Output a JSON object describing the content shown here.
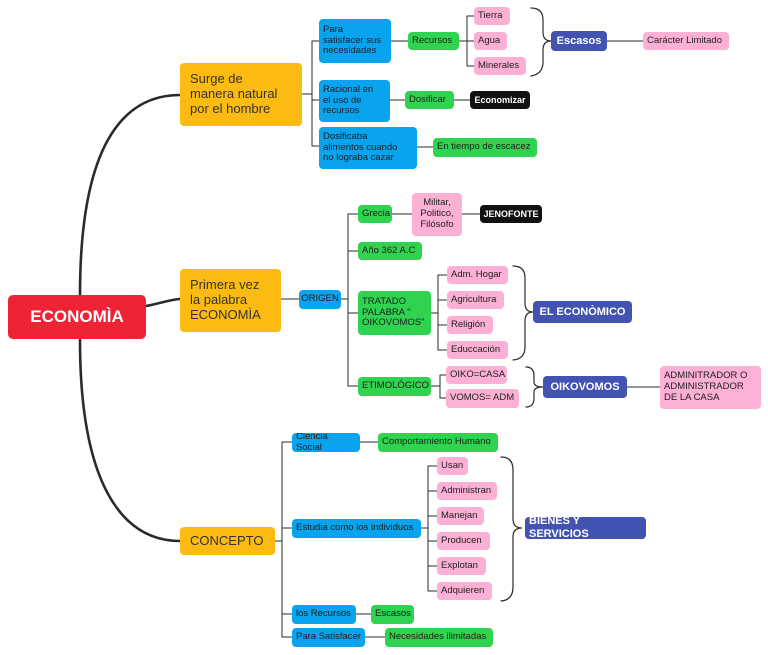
{
  "root": {
    "label": "ECONOMÌA"
  },
  "branch1": {
    "label": "Surge de\nmanera natural\npor el hombre",
    "satisfacer": "Para\nsatisfacer sus\nnecesidades",
    "recursos": "Recursos",
    "tierra": "Tierra",
    "agua": "Agua",
    "minerales": "Minerales",
    "escasos": "Escasos",
    "caracter": "Carácter Limitado",
    "racional": "Racional en\nel uso de\nrecursos",
    "dosificar": "Dosificar",
    "economizar": "Economizar",
    "dosificaba": "Dosificaba\nalimentos cuando\nno lograba cazar",
    "escacez": "En tiempo de escacez"
  },
  "branch2": {
    "label": "Primera vez\nla palabra\nECONOMÌA",
    "origen": "ORIGEN",
    "grecia": "Grecia",
    "militar": "Militar,\nPolitico,\nFilósofo",
    "jenofonte": "JENOFONTE",
    "ano": "Año 362 A.C",
    "tratado": "TRATADO\nPALABRA \"\nOIKOVOMOS\"",
    "hogar": "Adm. Hogar",
    "agricultura": "Agricultura",
    "religion": "Religión",
    "educacion": "Educcación",
    "economico": "EL ECONÒMICO",
    "etimologico": "ETIMOLÓGICO",
    "oiko": "OIKO=CASA",
    "vomos": "VOMOS= ADM",
    "oikovomos": "OIKOVOMOS",
    "administrador": "ADMINITRADOR O\nADMINISTRADOR\nDE LA CASA"
  },
  "branch3": {
    "label": "CONCEPTO",
    "ciencia": "Ciencia Social",
    "comportamiento": "Comportamiento Humano",
    "estudia": "Estudia como los individuos",
    "usan": "Usan",
    "administran": "Administran",
    "manejan": "Manejan",
    "producen": "Producen",
    "explotan": "Explotan",
    "adquieren": "Adquieren",
    "bienes": "BIENES Y SERVICIOS",
    "recursos": "los Recursos",
    "escasos": "Escasos",
    "para": "Para Satisfacer",
    "necesidades": "Necesidades ilimitadas"
  },
  "colors": {
    "root": "#ee2436",
    "main_topic": "#fcbb12",
    "blue_node": "#0aa3ee",
    "green_node": "#2fd34f",
    "pink_node": "#fcb0d6",
    "navy_node": "#4253b1",
    "black_node": "#111111",
    "connector": "#2b2b2b"
  }
}
